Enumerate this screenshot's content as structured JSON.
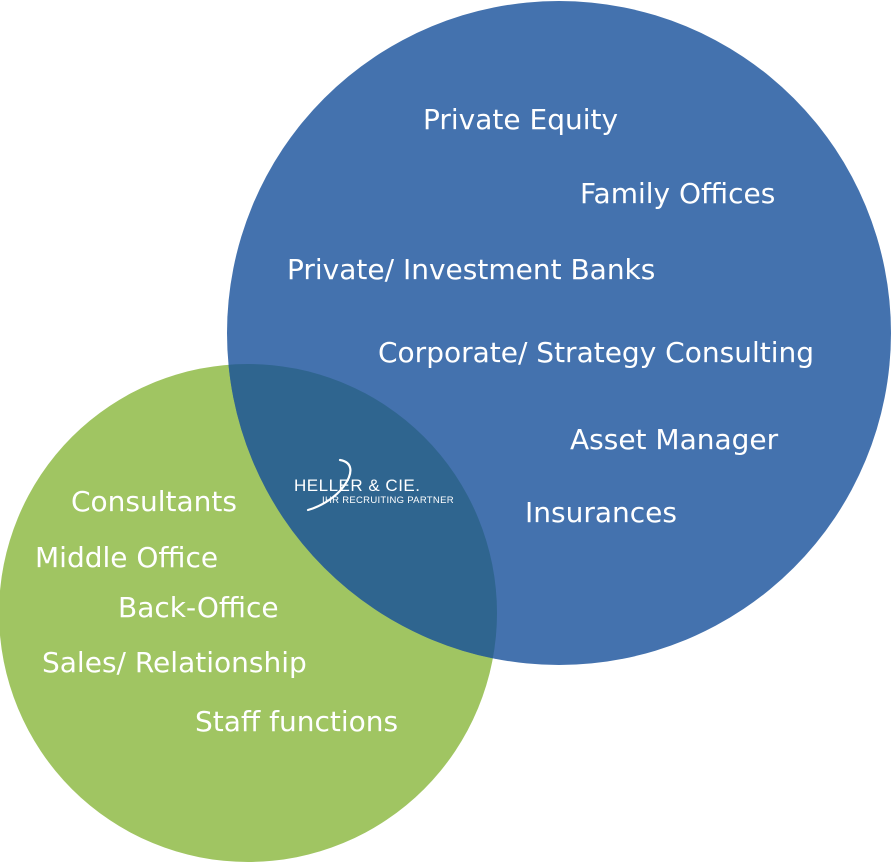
{
  "colors": {
    "blue_circle": "#4472ae",
    "green_circle": "#a0c562",
    "overlap": "#2f658f",
    "text": "#ffffff"
  },
  "blue_circle": {
    "items": [
      "Private Equity",
      "Family Offices",
      "Private/ Investment Banks",
      "Corporate/ Strategy Consulting",
      "Asset Manager",
      "Insurances"
    ]
  },
  "green_circle": {
    "items": [
      "Consultants",
      "Middle Office",
      "Back-Office",
      "Sales/ Relationship",
      "Staff functions"
    ]
  },
  "logo": {
    "name": "HELLER & CIE.",
    "tagline": "IHR RECRUITING PARTNER"
  }
}
